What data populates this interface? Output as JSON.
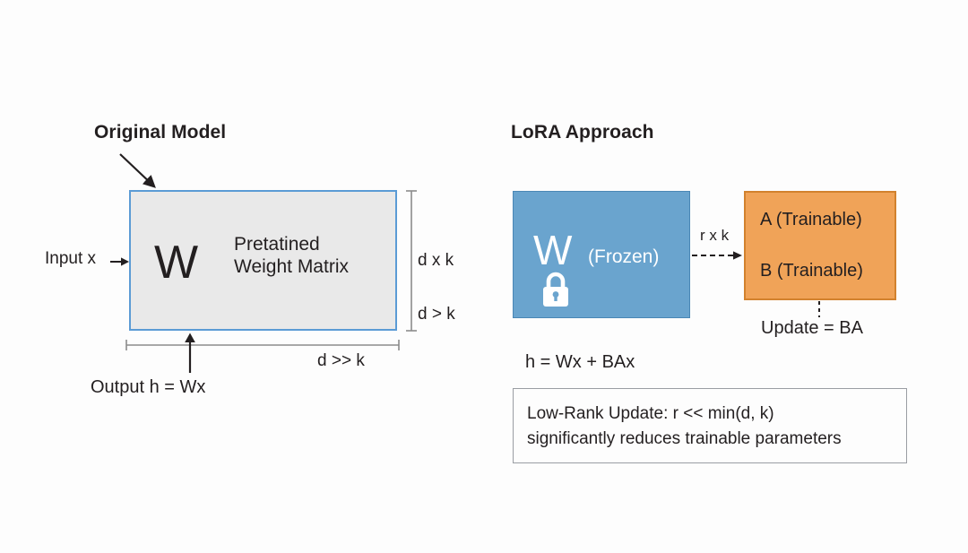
{
  "figure": {
    "background_color": "#fdfdfd",
    "title_left": "Original Model",
    "title_right": "LoRA Approach"
  },
  "colors": {
    "gray_fill": "#e9e9e9",
    "blue_border": "#5b9bd5",
    "blue_fill": "#6aa4ce",
    "orange_fill": "#f0a358",
    "orange_border": "#d2822e",
    "note_border": "#9a9da3",
    "text": "#231f20",
    "dimension_line": "#8c8c8c"
  },
  "left_panel": {
    "heading": "Original Model",
    "input_label": "Input x",
    "input_arrow": "right-arrow-glyph",
    "matrix_symbol": "W",
    "matrix_caption": "Pretatined\nWeight Matrix",
    "dim_vertical_primary": "d x k",
    "dim_vertical_secondary": "d > k",
    "dim_horizontal": "d >> k",
    "output_label": "Output h = Wx"
  },
  "right_panel": {
    "heading": "LoRA Approach",
    "frozen_symbol": "W",
    "frozen_label": "(Frozen)",
    "lock_icon": "lock-closed-icon",
    "adapter_a": "A (Trainable)",
    "adapter_b": "B (Trainable)",
    "rank_label": "r x k",
    "update_label": "Update = BA",
    "output_formula": "h = Wx + BAx",
    "note": "Low-Rank Update: r << min(d, k)\nsignificantly reduces trainable parameters"
  }
}
